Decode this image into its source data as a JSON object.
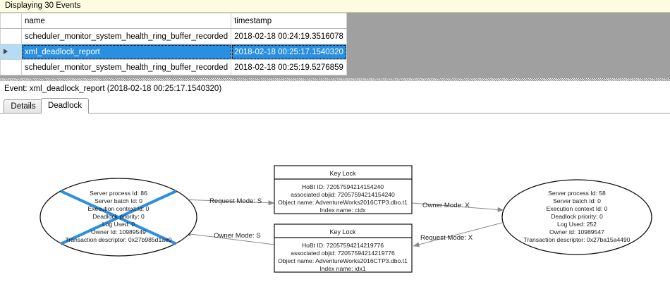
{
  "banner": {
    "text": "Displaying 30 Events"
  },
  "grid": {
    "columns": [
      "",
      "name",
      "timestamp"
    ],
    "rows": [
      {
        "selected": false,
        "marker": "",
        "name": "scheduler_monitor_system_health_ring_buffer_recorded",
        "timestamp": "2018-02-18 00:24:19.3516078"
      },
      {
        "selected": true,
        "marker": "row-selector-arrow",
        "name": "xml_deadlock_report",
        "timestamp": "2018-02-18 00:25:17.1540320"
      },
      {
        "selected": false,
        "marker": "",
        "name": "scheduler_monitor_system_health_ring_buffer_recorded",
        "timestamp": "2018-02-18 00:25:19.5276859"
      }
    ]
  },
  "event_header": {
    "text": "Event: xml_deadlock_report (2018-02-18 00:25:17.1540320)"
  },
  "tabs": [
    {
      "label": "Details",
      "active": false
    },
    {
      "label": "Deadlock",
      "active": true
    }
  ],
  "deadlock_graph": {
    "victim_marker_color": "#2e8fe0",
    "processes": [
      {
        "id": "process-left",
        "victim": true,
        "lines": [
          "Server process Id: 86",
          "Server batch Id: 0",
          "Execution context Id: 0",
          "Deadlock priority: 0",
          "Log Used: 0",
          "Owner Id: 10989549",
          "Transaction descriptor: 0x27b985d1ae0"
        ]
      },
      {
        "id": "process-right",
        "victim": false,
        "lines": [
          "Server process Id: 58",
          "Server batch Id: 0",
          "Execution context Id: 0",
          "Deadlock priority: 0",
          "Log Used: 252",
          "Owner Id: 10989547",
          "Transaction descriptor: 0x27ba15a4490"
        ]
      }
    ],
    "resources": [
      {
        "id": "keylock-top",
        "title": "Key Lock",
        "lines": [
          "HoBt ID: 72057594214154240",
          "associated objid: 72057594214154240",
          "Object name: AdventureWorks2016CTP3.dbo.t1",
          "Index name: cidx"
        ]
      },
      {
        "id": "keylock-bottom",
        "title": "Key Lock",
        "lines": [
          "HoBt ID: 72057594214219776",
          "associated objid: 72057594214219776",
          "Object name: AdventureWorks2016CTP3.dbo.t1",
          "Index name: idx1"
        ]
      }
    ],
    "edges": [
      {
        "id": "edge-left-request-top",
        "label": "Request Mode: S"
      },
      {
        "id": "edge-top-owner-right",
        "label": "Owner Mode: X"
      },
      {
        "id": "edge-bottom-owner-left",
        "label": "Owner Mode: S"
      },
      {
        "id": "edge-right-request-bottom",
        "label": "Request Mode: X"
      }
    ]
  }
}
